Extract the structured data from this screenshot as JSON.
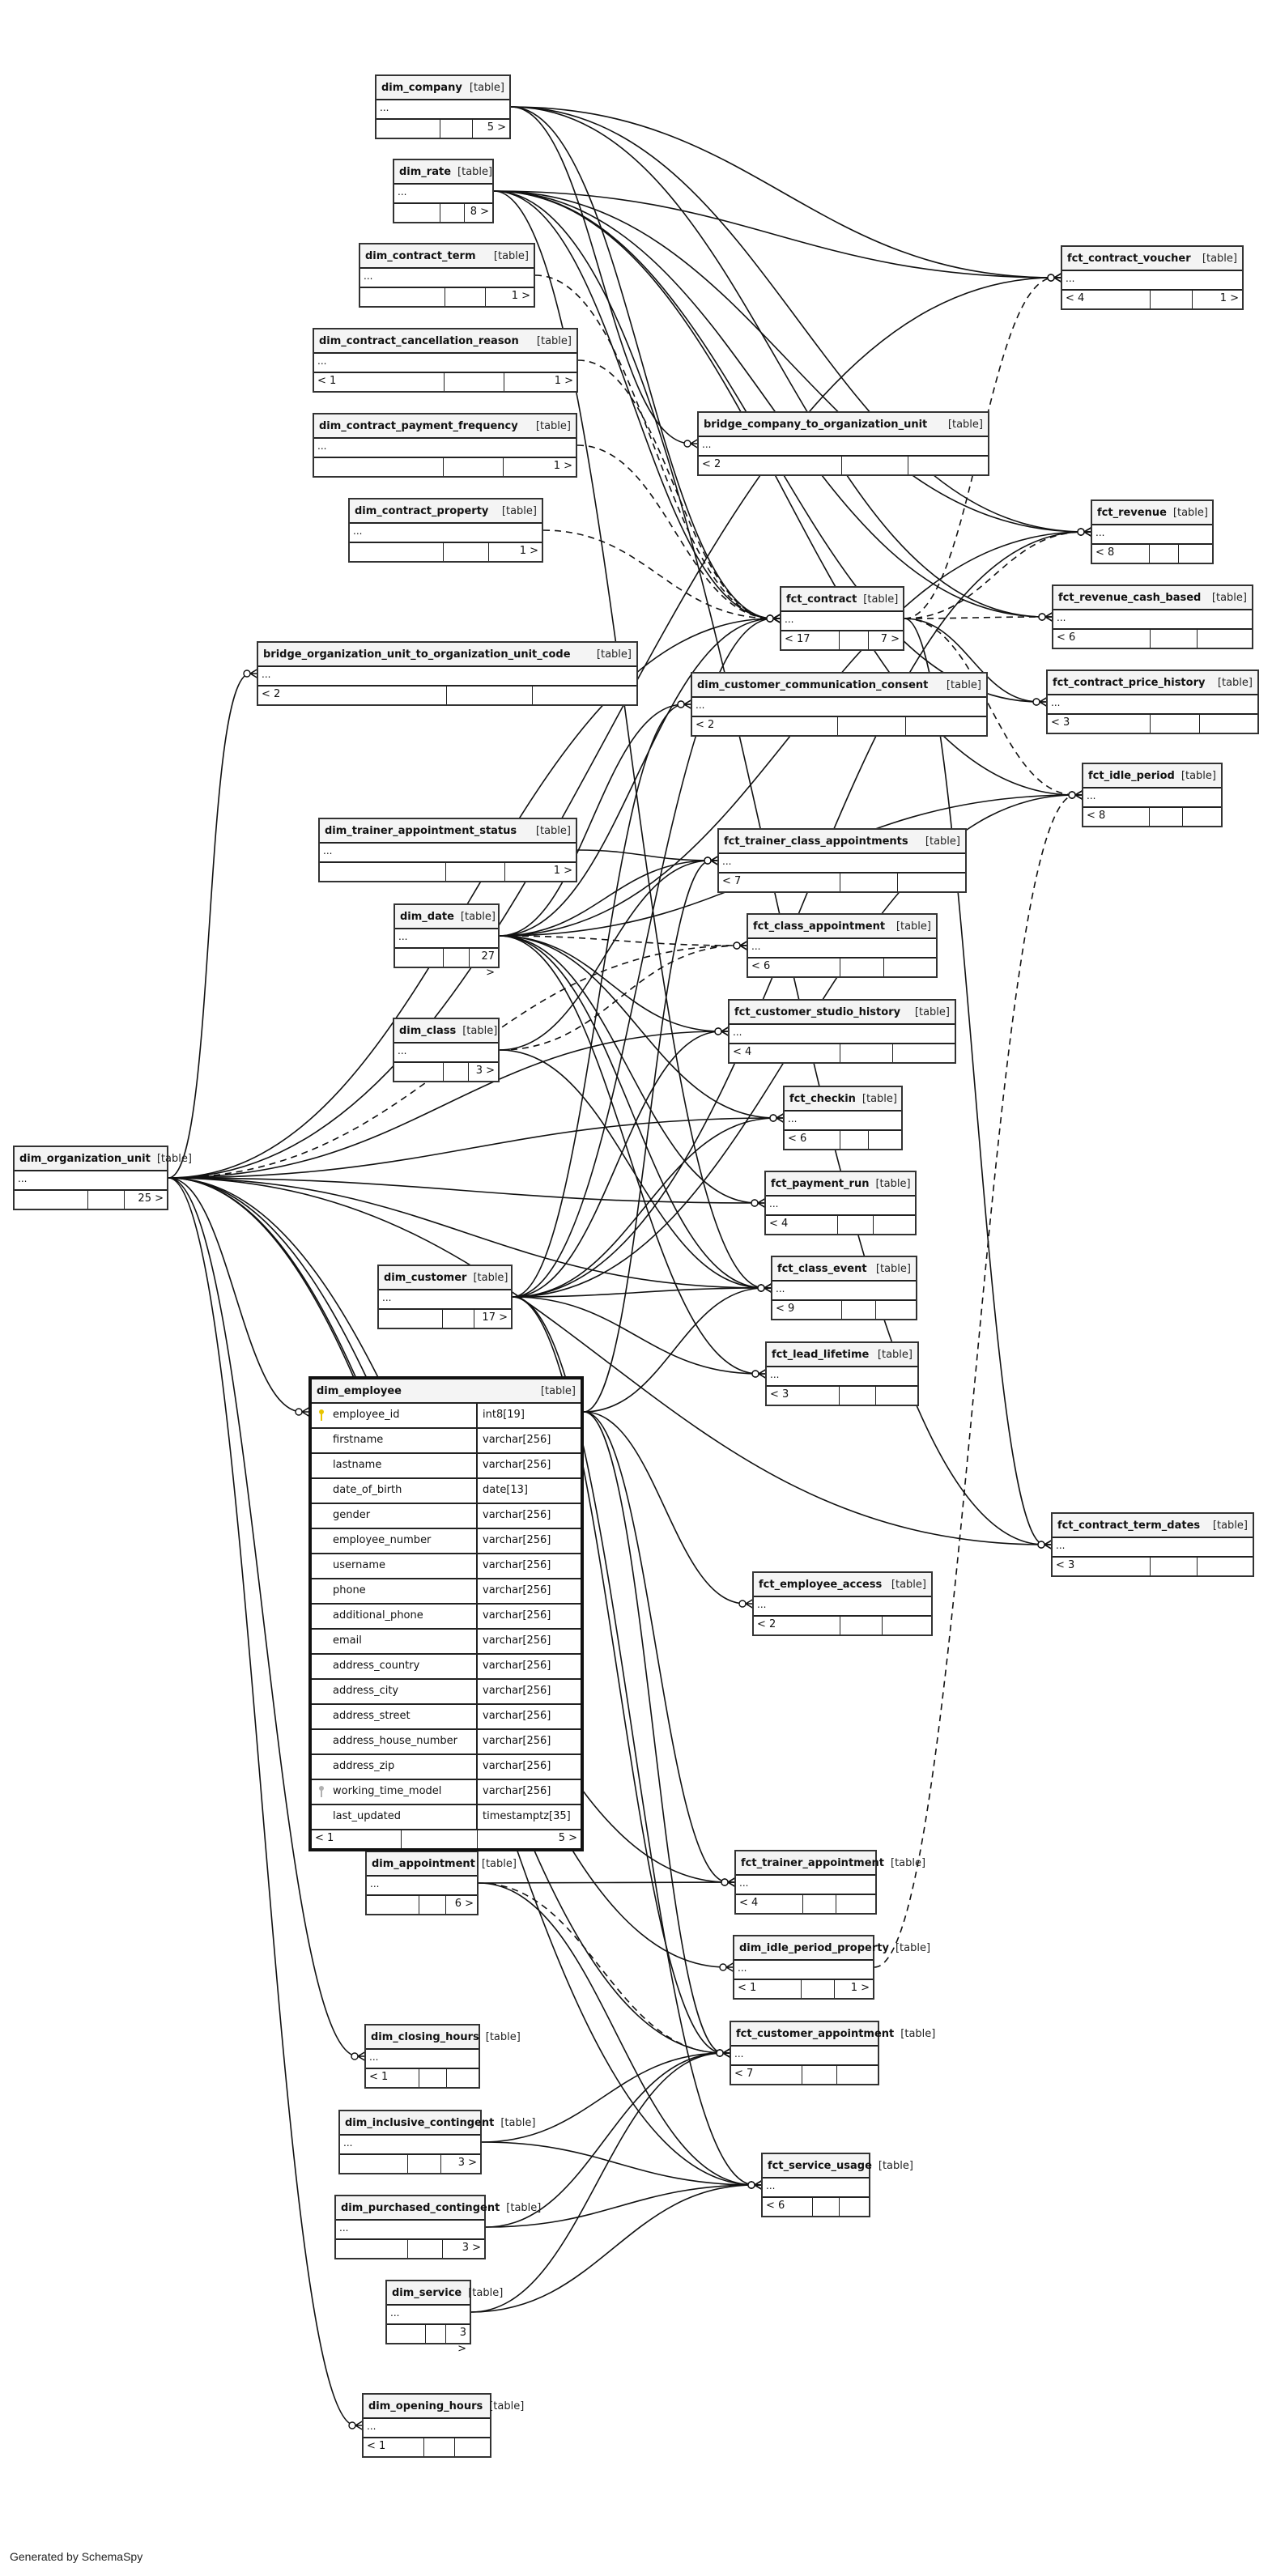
{
  "diagram": {
    "generator": "Generated by SchemaSpy",
    "kind_label": "[table]",
    "ellipsis": "...",
    "tables": [
      {
        "id": "dim_company",
        "name": "dim_company",
        "left": "",
        "right": "5 >"
      },
      {
        "id": "dim_rate",
        "name": "dim_rate",
        "left": "",
        "right": "8 >"
      },
      {
        "id": "dim_contract_term",
        "name": "dim_contract_term",
        "left": "",
        "right": "1 >"
      },
      {
        "id": "dim_contract_cancellation_reason",
        "name": "dim_contract_cancellation_reason",
        "left": "< 1",
        "right": "1 >"
      },
      {
        "id": "dim_contract_payment_frequency",
        "name": "dim_contract_payment_frequency",
        "left": "",
        "right": "1 >"
      },
      {
        "id": "dim_contract_property",
        "name": "dim_contract_property",
        "left": "",
        "right": "1 >"
      },
      {
        "id": "bridge_organization_unit_to_organization_unit_code",
        "name": "bridge_organization_unit_to_organization_unit_code",
        "left": "< 2",
        "right": ""
      },
      {
        "id": "dim_trainer_appointment_status",
        "name": "dim_trainer_appointment_status",
        "left": "",
        "right": "1 >"
      },
      {
        "id": "dim_date",
        "name": "dim_date",
        "left": "",
        "right": "27 >"
      },
      {
        "id": "dim_class",
        "name": "dim_class",
        "left": "",
        "right": "3 >"
      },
      {
        "id": "dim_organization_unit",
        "name": "dim_organization_unit",
        "left": "",
        "right": "25 >"
      },
      {
        "id": "dim_customer",
        "name": "dim_customer",
        "left": "",
        "right": "17 >"
      },
      {
        "id": "dim_appointment",
        "name": "dim_appointment",
        "left": "",
        "right": "6 >"
      },
      {
        "id": "dim_closing_hours",
        "name": "dim_closing_hours",
        "left": "< 1",
        "right": ""
      },
      {
        "id": "dim_inclusive_contingent",
        "name": "dim_inclusive_contingent",
        "left": "",
        "right": "3 >"
      },
      {
        "id": "dim_purchased_contingent",
        "name": "dim_purchased_contingent",
        "left": "",
        "right": "3 >"
      },
      {
        "id": "dim_service",
        "name": "dim_service",
        "left": "",
        "right": "3 >"
      },
      {
        "id": "dim_opening_hours",
        "name": "dim_opening_hours",
        "left": "< 1",
        "right": ""
      },
      {
        "id": "bridge_company_to_organization_unit",
        "name": "bridge_company_to_organization_unit",
        "left": "< 2",
        "right": ""
      },
      {
        "id": "fct_contract",
        "name": "fct_contract",
        "left": "< 17",
        "right": "7 >"
      },
      {
        "id": "dim_customer_communication_consent",
        "name": "dim_customer_communication_consent",
        "left": "< 2",
        "right": ""
      },
      {
        "id": "fct_trainer_class_appointments",
        "name": "fct_trainer_class_appointments",
        "left": "< 7",
        "right": ""
      },
      {
        "id": "fct_class_appointment",
        "name": "fct_class_appointment",
        "left": "< 6",
        "right": ""
      },
      {
        "id": "fct_customer_studio_history",
        "name": "fct_customer_studio_history",
        "left": "< 4",
        "right": ""
      },
      {
        "id": "fct_checkin",
        "name": "fct_checkin",
        "left": "< 6",
        "right": ""
      },
      {
        "id": "fct_payment_run",
        "name": "fct_payment_run",
        "left": "< 4",
        "right": ""
      },
      {
        "id": "fct_class_event",
        "name": "fct_class_event",
        "left": "< 9",
        "right": ""
      },
      {
        "id": "fct_lead_lifetime",
        "name": "fct_lead_lifetime",
        "left": "< 3",
        "right": ""
      },
      {
        "id": "fct_employee_access",
        "name": "fct_employee_access",
        "left": "< 2",
        "right": ""
      },
      {
        "id": "fct_trainer_appointment",
        "name": "fct_trainer_appointment",
        "left": "< 4",
        "right": ""
      },
      {
        "id": "dim_idle_period_property",
        "name": "dim_idle_period_property",
        "left": "< 1",
        "right": "1 >"
      },
      {
        "id": "fct_customer_appointment",
        "name": "fct_customer_appointment",
        "left": "< 7",
        "right": ""
      },
      {
        "id": "fct_service_usage",
        "name": "fct_service_usage",
        "left": "< 6",
        "right": ""
      },
      {
        "id": "fct_contract_voucher",
        "name": "fct_contract_voucher",
        "left": "< 4",
        "right": "1 >"
      },
      {
        "id": "fct_revenue",
        "name": "fct_revenue",
        "left": "< 8",
        "right": ""
      },
      {
        "id": "fct_revenue_cash_based",
        "name": "fct_revenue_cash_based",
        "left": "< 6",
        "right": ""
      },
      {
        "id": "fct_contract_price_history",
        "name": "fct_contract_price_history",
        "left": "< 3",
        "right": ""
      },
      {
        "id": "fct_idle_period",
        "name": "fct_idle_period",
        "left": "< 8",
        "right": ""
      },
      {
        "id": "fct_contract_term_dates",
        "name": "fct_contract_term_dates",
        "left": "< 3",
        "right": ""
      }
    ],
    "focus_table": {
      "name": "dim_employee",
      "kind": "[table]",
      "columns": [
        {
          "name": "employee_id",
          "type": "int8[19]",
          "key": "primary"
        },
        {
          "name": "firstname",
          "type": "varchar[256]",
          "key": ""
        },
        {
          "name": "lastname",
          "type": "varchar[256]",
          "key": ""
        },
        {
          "name": "date_of_birth",
          "type": "date[13]",
          "key": ""
        },
        {
          "name": "gender",
          "type": "varchar[256]",
          "key": ""
        },
        {
          "name": "employee_number",
          "type": "varchar[256]",
          "key": ""
        },
        {
          "name": "username",
          "type": "varchar[256]",
          "key": ""
        },
        {
          "name": "phone",
          "type": "varchar[256]",
          "key": ""
        },
        {
          "name": "additional_phone",
          "type": "varchar[256]",
          "key": ""
        },
        {
          "name": "email",
          "type": "varchar[256]",
          "key": ""
        },
        {
          "name": "address_country",
          "type": "varchar[256]",
          "key": ""
        },
        {
          "name": "address_city",
          "type": "varchar[256]",
          "key": ""
        },
        {
          "name": "address_street",
          "type": "varchar[256]",
          "key": ""
        },
        {
          "name": "address_house_number",
          "type": "varchar[256]",
          "key": ""
        },
        {
          "name": "address_zip",
          "type": "varchar[256]",
          "key": ""
        },
        {
          "name": "working_time_model",
          "type": "varchar[256]",
          "key": "foreign"
        },
        {
          "name": "last_updated",
          "type": "timestamptz[35]",
          "key": ""
        }
      ],
      "left": "< 1",
      "right": "5 >"
    },
    "colors": {
      "primary_key": "#e8c400",
      "foreign_key": "#b0b0b0",
      "border": "#222222",
      "header_bg": "#f4f4f4"
    }
  }
}
